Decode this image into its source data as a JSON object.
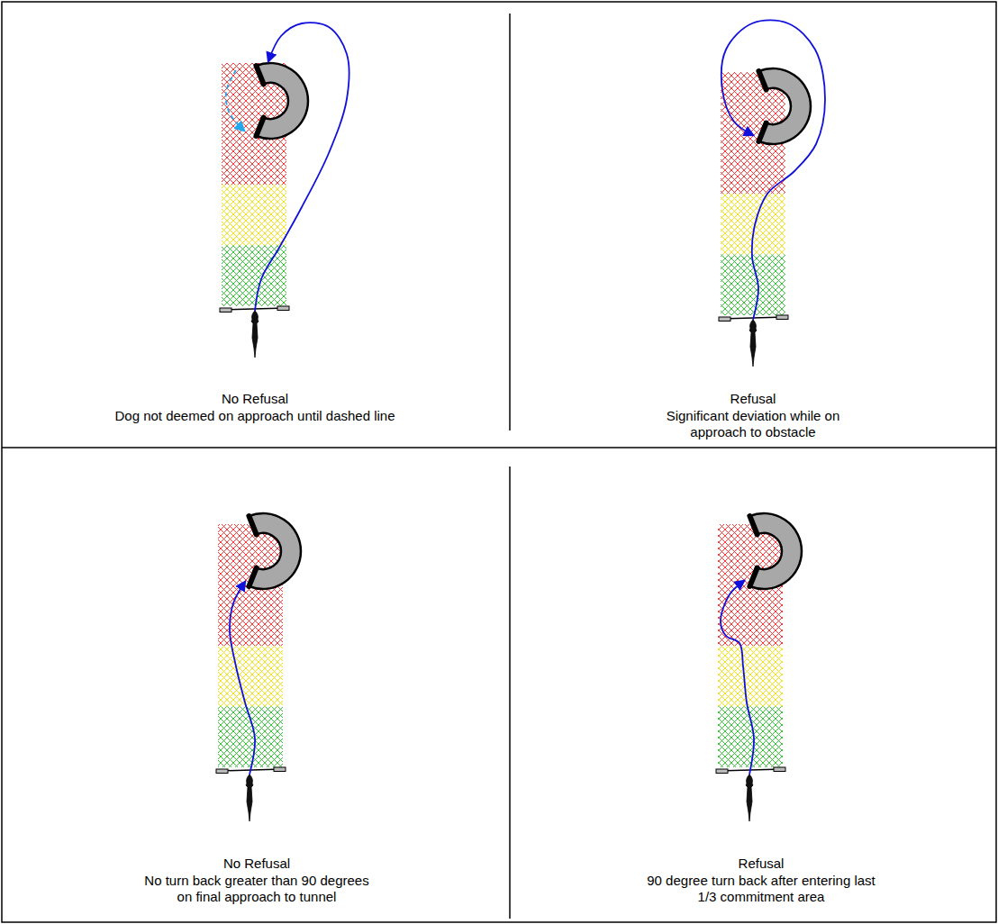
{
  "diagram": {
    "labels": [
      "No Refusal",
      "Dog not deemed on approach until dashed line",
      "Refusal",
      "Significant deviation while on approach to obstacle",
      "No Refusal",
      "No turn back greater than 90 degrees on final approach to tunnel",
      "Refusal",
      "90 degree turn back after entering last 1/3 commitment area"
    ]
  }
}
